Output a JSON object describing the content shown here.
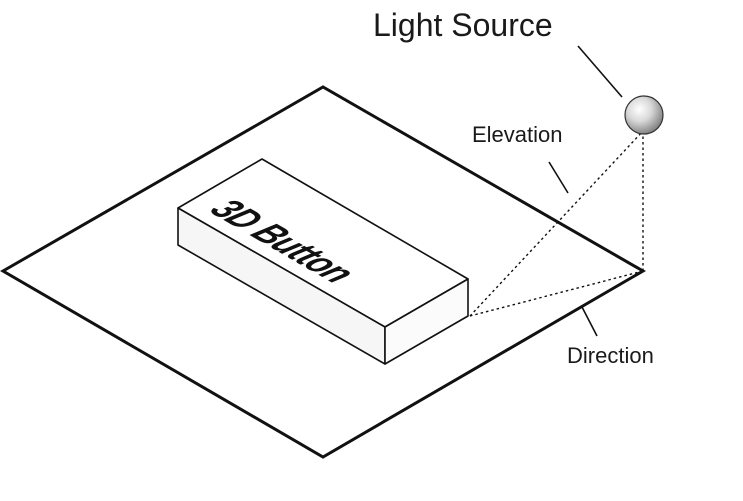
{
  "labels": {
    "light_source": "Light Source",
    "elevation": "Elevation",
    "direction": "Direction"
  },
  "button": {
    "text": "3D Button"
  },
  "colors": {
    "line": "#111111",
    "plane_fill": "#ffffff",
    "button_top": "#ffffff",
    "button_side": "#f4f4f4",
    "sphere_light": "#ffffff",
    "sphere_dark": "#7a7a7a"
  }
}
